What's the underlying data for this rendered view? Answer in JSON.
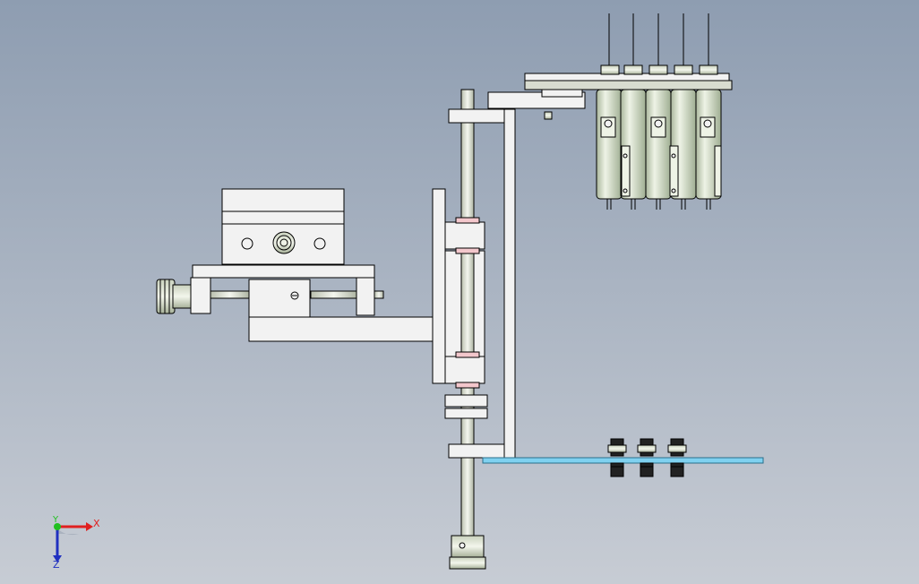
{
  "scene": {
    "background_top": "#8e9db1",
    "background_bottom": "#c7ccd4",
    "line_color": "#000000",
    "part_fill": "#f2f2f2",
    "metal_fill": "#d8dcd0",
    "sensor_fill": "#d6e6c8",
    "plate_color": "#7fd1f0"
  },
  "triad": {
    "x_label": "X",
    "y_label": "Y",
    "z_label": "Z",
    "x_color": "#e02020",
    "y_color": "#20c020",
    "z_color": "#2030c0"
  }
}
